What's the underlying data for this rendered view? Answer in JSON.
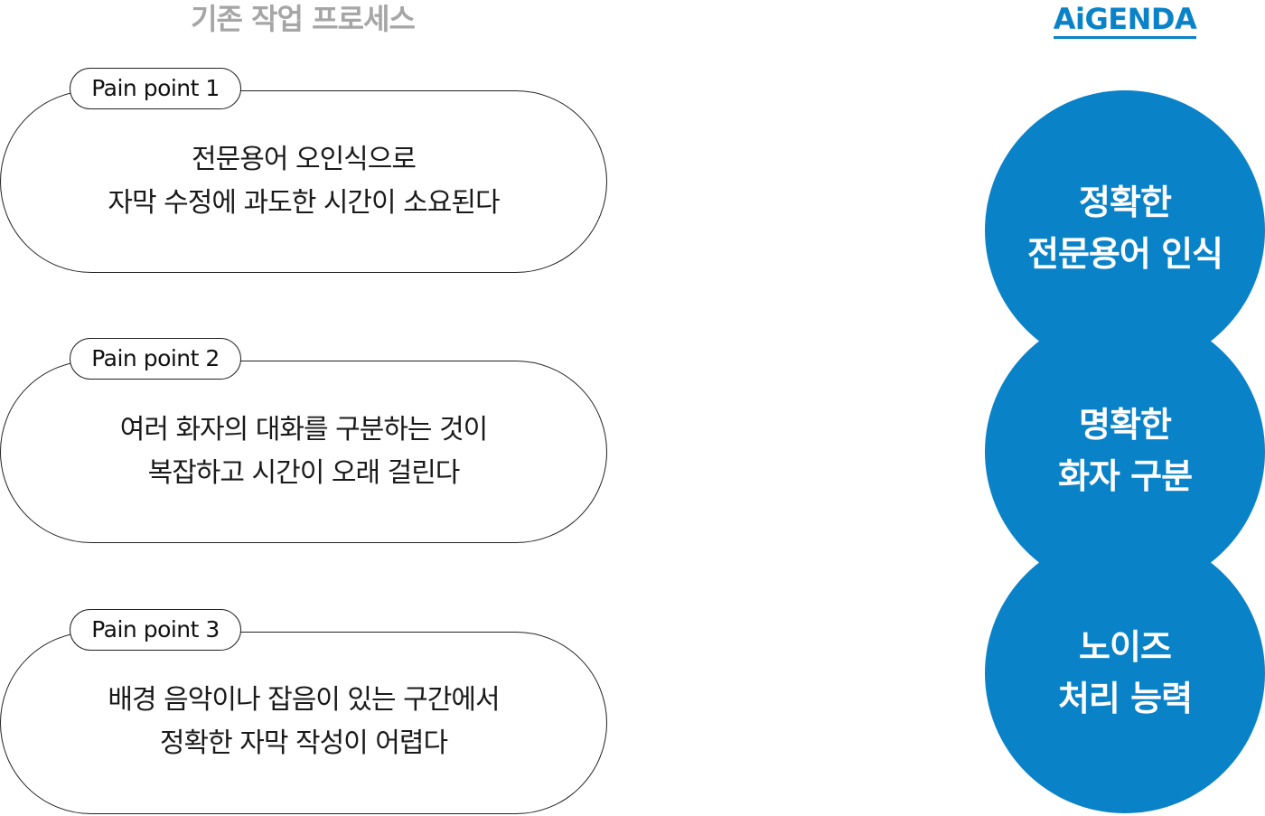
{
  "header": {
    "left_title": "기존 작업 프로세스",
    "right_title": "AiGENDA"
  },
  "colors": {
    "accent": "#0a82c8",
    "circle_fill": "#0a82c8",
    "left_title": "#a6a6a6",
    "outline": "#222222"
  },
  "pain_points": [
    {
      "tag": "Pain point 1",
      "line1": "전문용어 오인식으로",
      "line2": "자막 수정에 과도한 시간이 소요된다"
    },
    {
      "tag": "Pain point 2",
      "line1": "여러 화자의 대화를 구분하는 것이",
      "line2": "복잡하고 시간이 오래 걸린다"
    },
    {
      "tag": "Pain point 3",
      "line1": "배경 음악이나 잡음이 있는 구간에서",
      "line2": "정확한 자막 작성이 어렵다"
    }
  ],
  "solutions": [
    {
      "line1": "정확한",
      "line2": "전문용어 인식"
    },
    {
      "line1": "명확한",
      "line2": "화자 구분"
    },
    {
      "line1": "노이즈",
      "line2": "처리 능력"
    }
  ]
}
